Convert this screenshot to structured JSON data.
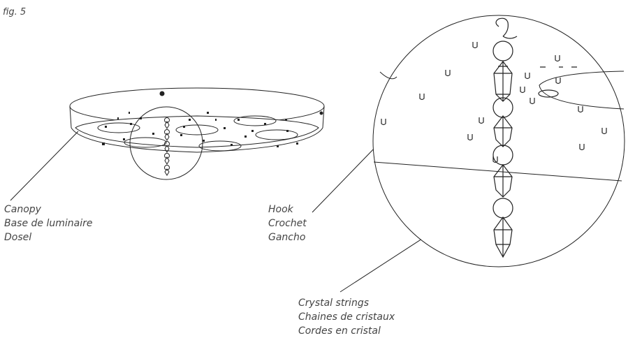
{
  "figure": {
    "label": "fig. 5"
  },
  "labels": {
    "canopy": [
      "Canopy",
      "Base de luminaire",
      "Dosel"
    ],
    "hook": [
      "Hook",
      "Crochet",
      "Gancho"
    ],
    "crystal": [
      "Crystal strings",
      "Chaines de cristaux",
      "Cordes en cristal"
    ]
  },
  "colors": {
    "line": "#222222",
    "text": "#444444",
    "background": "#ffffff"
  }
}
